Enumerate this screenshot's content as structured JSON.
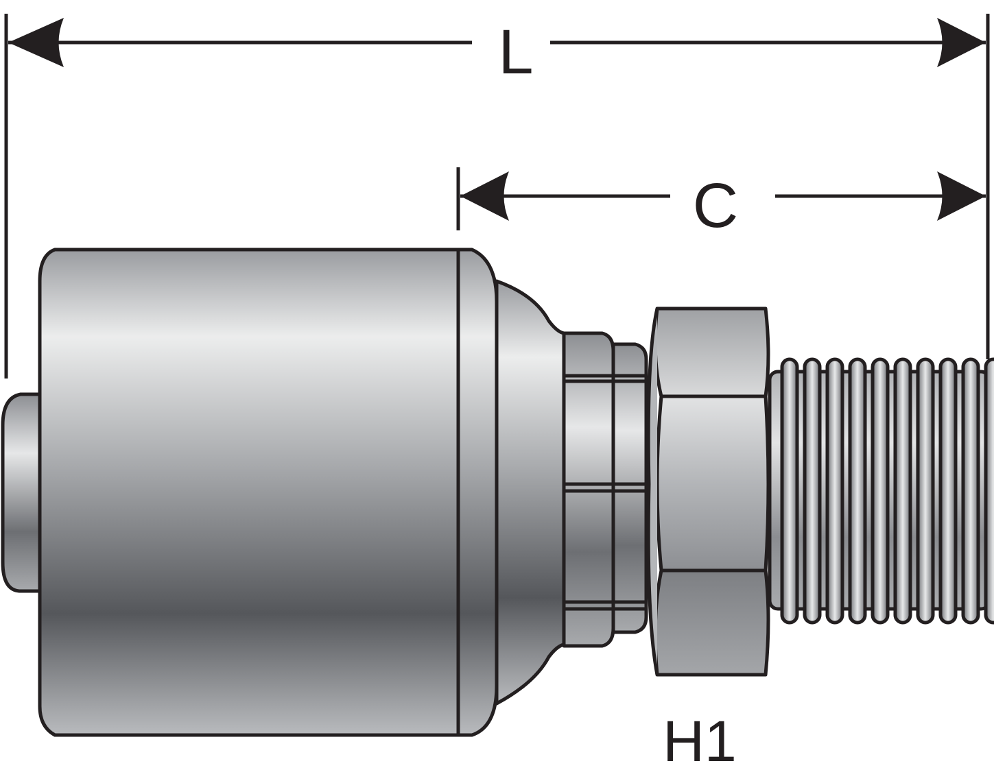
{
  "dimensions": {
    "overall_length_label": "L",
    "cut_length_label": "C"
  },
  "callouts": {
    "hex_label": "H1"
  }
}
